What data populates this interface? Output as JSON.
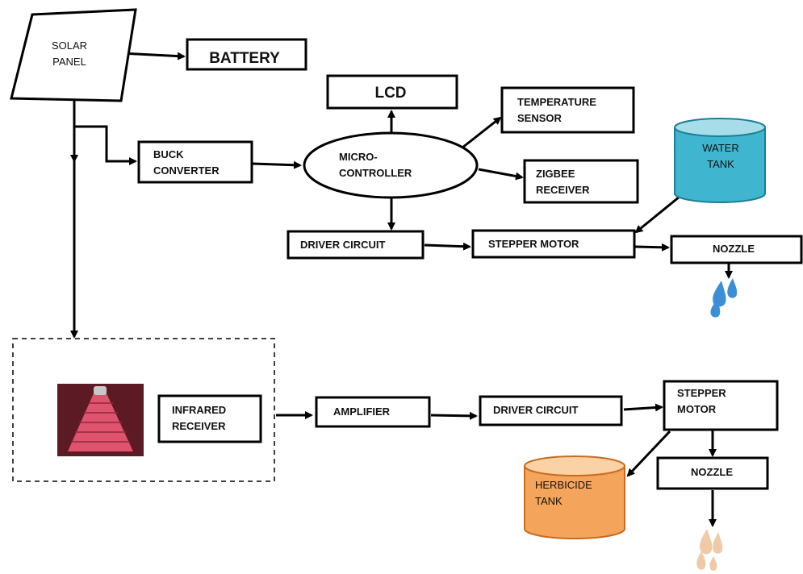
{
  "blocks": {
    "solar_panel": "SOLAR\nPANEL",
    "battery": "BATTERY",
    "lcd": "LCD",
    "temperature_sensor": "TEMPERATURE\nSENSOR",
    "buck_converter": "BUCK\nCONVERTER",
    "microcontroller": "MICRO-\nCONTROLLER",
    "zigbee_receiver": "ZIGBEE\nRECEIVER",
    "water_tank": "WATER\nTANK",
    "driver_circuit_top": "DRIVER CIRCUIT",
    "stepper_motor_top": "STEPPER MOTOR",
    "nozzle_top": "NOZZLE",
    "infrared_receiver": "INFRARED\nRECEIVER",
    "amplifier": "AMPLIFIER",
    "driver_circuit_bottom": "DRIVER CIRCUIT",
    "stepper_motor_bottom": "STEPPER\nMOTOR",
    "herbicide_tank": "HERBICIDE\nTANK",
    "nozzle_bottom": "NOZZLE"
  },
  "colors": {
    "water_tank": "#3fb5cf",
    "water_tank_top": "#a7dde9",
    "herbicide_tank": "#f5a45c",
    "herbicide_tank_top": "#fbd2a6",
    "water_drop": "#3c8fd6",
    "herbicide_drop": "#f0c9a6",
    "ir_panel": "#5c1a24",
    "ir_beam": "#e0536e"
  },
  "icons": [
    "water-drops-icon",
    "herbicide-drops-icon",
    "infrared-sensor-icon"
  ]
}
